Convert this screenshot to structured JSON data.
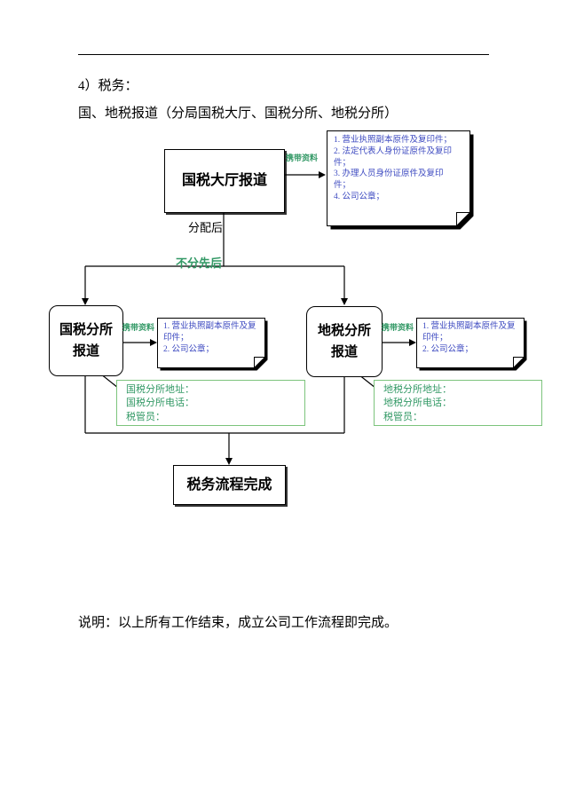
{
  "page": {
    "section_label": "4）税务：",
    "subtitle": "国、地税报道（分局国税大厅、国税分所、地税分所）",
    "footer_note": "说明：以上所有工作结束，成立公司工作流程即完成。"
  },
  "flowchart": {
    "nodes": {
      "main_hall": "国税大厅报道",
      "national_branch": "国税分所\n报道",
      "local_branch": "地税分所\n报道",
      "complete": "税务流程完成"
    },
    "labels": {
      "carry_docs_1": "携带资料",
      "carry_docs_2": "携带资料",
      "carry_docs_3": "携带资料",
      "after_assignment": "分配后",
      "no_order": "不分先后"
    },
    "notes": {
      "main_hall_docs": "1. 营业执照副本原件及复印件；\n2. 法定代表人身份证原件及复印件；\n3. 办理人员身份证原件及复印件；\n4. 公司公章；",
      "national_branch_docs": "1. 营业执照副本原件及复印件；\n2. 公司公章；",
      "local_branch_docs": "1. 营业执照副本原件及复印件；\n2. 公司公章；"
    },
    "callouts": {
      "national_branch": "国税分所地址：\n国税分所电话：\n税管员：",
      "local_branch": "地税分所地址：\n地税分所电话：\n税管员："
    },
    "colors": {
      "note_text_blue": "#3d4ac0",
      "annotation_teal": "#339966",
      "callout_border_green": "#7cc47c"
    }
  }
}
